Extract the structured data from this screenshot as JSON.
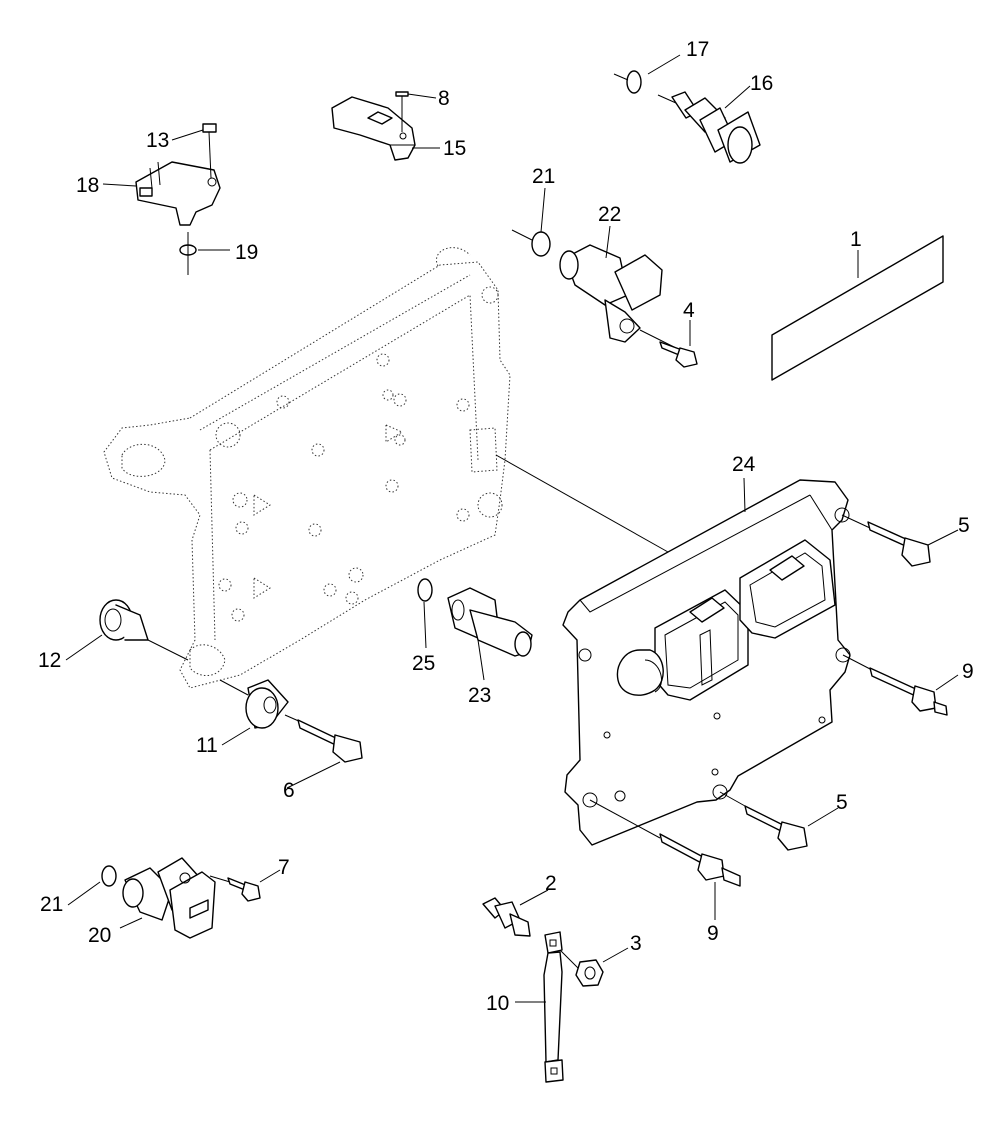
{
  "callouts": {
    "c1": "1",
    "c2": "2",
    "c3": "3",
    "c4": "4",
    "c5a": "5",
    "c5b": "5",
    "c6": "6",
    "c7": "7",
    "c8": "8",
    "c9a": "9",
    "c9b": "9",
    "c10": "10",
    "c11": "11",
    "c12": "12",
    "c13": "13",
    "c15": "15",
    "c16": "16",
    "c17": "17",
    "c18": "18",
    "c19": "19",
    "c20": "20",
    "c21a": "21",
    "c21b": "21",
    "c22": "22",
    "c23": "23",
    "c24": "24",
    "c25": "25"
  }
}
